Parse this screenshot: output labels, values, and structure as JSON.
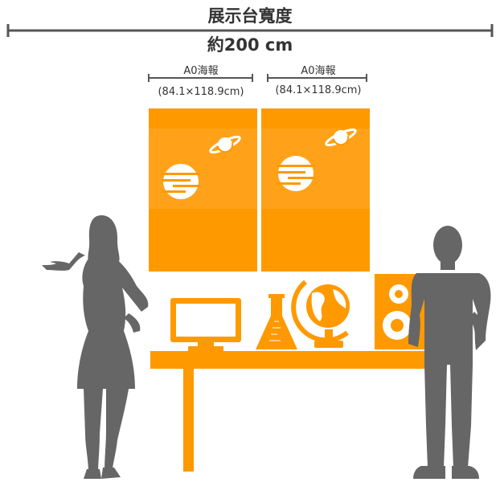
{
  "header": {
    "title": "展示台寬度",
    "width": "約200 cm"
  },
  "posters": [
    {
      "label": "A0海報",
      "size": "(84.1×118.9cm)"
    },
    {
      "label": "A0海報",
      "size": "(84.1×118.9cm)"
    }
  ],
  "colors": {
    "orange": "#FF9900",
    "orange_light": "#FFA21A",
    "figure_gray": "#666666",
    "dimension_line": "#555555",
    "text": "#333333"
  },
  "icons": [
    "saturn-icon",
    "jupiter-icon",
    "monitor-icon",
    "flask-icon",
    "globe-icon",
    "speaker-icon"
  ]
}
